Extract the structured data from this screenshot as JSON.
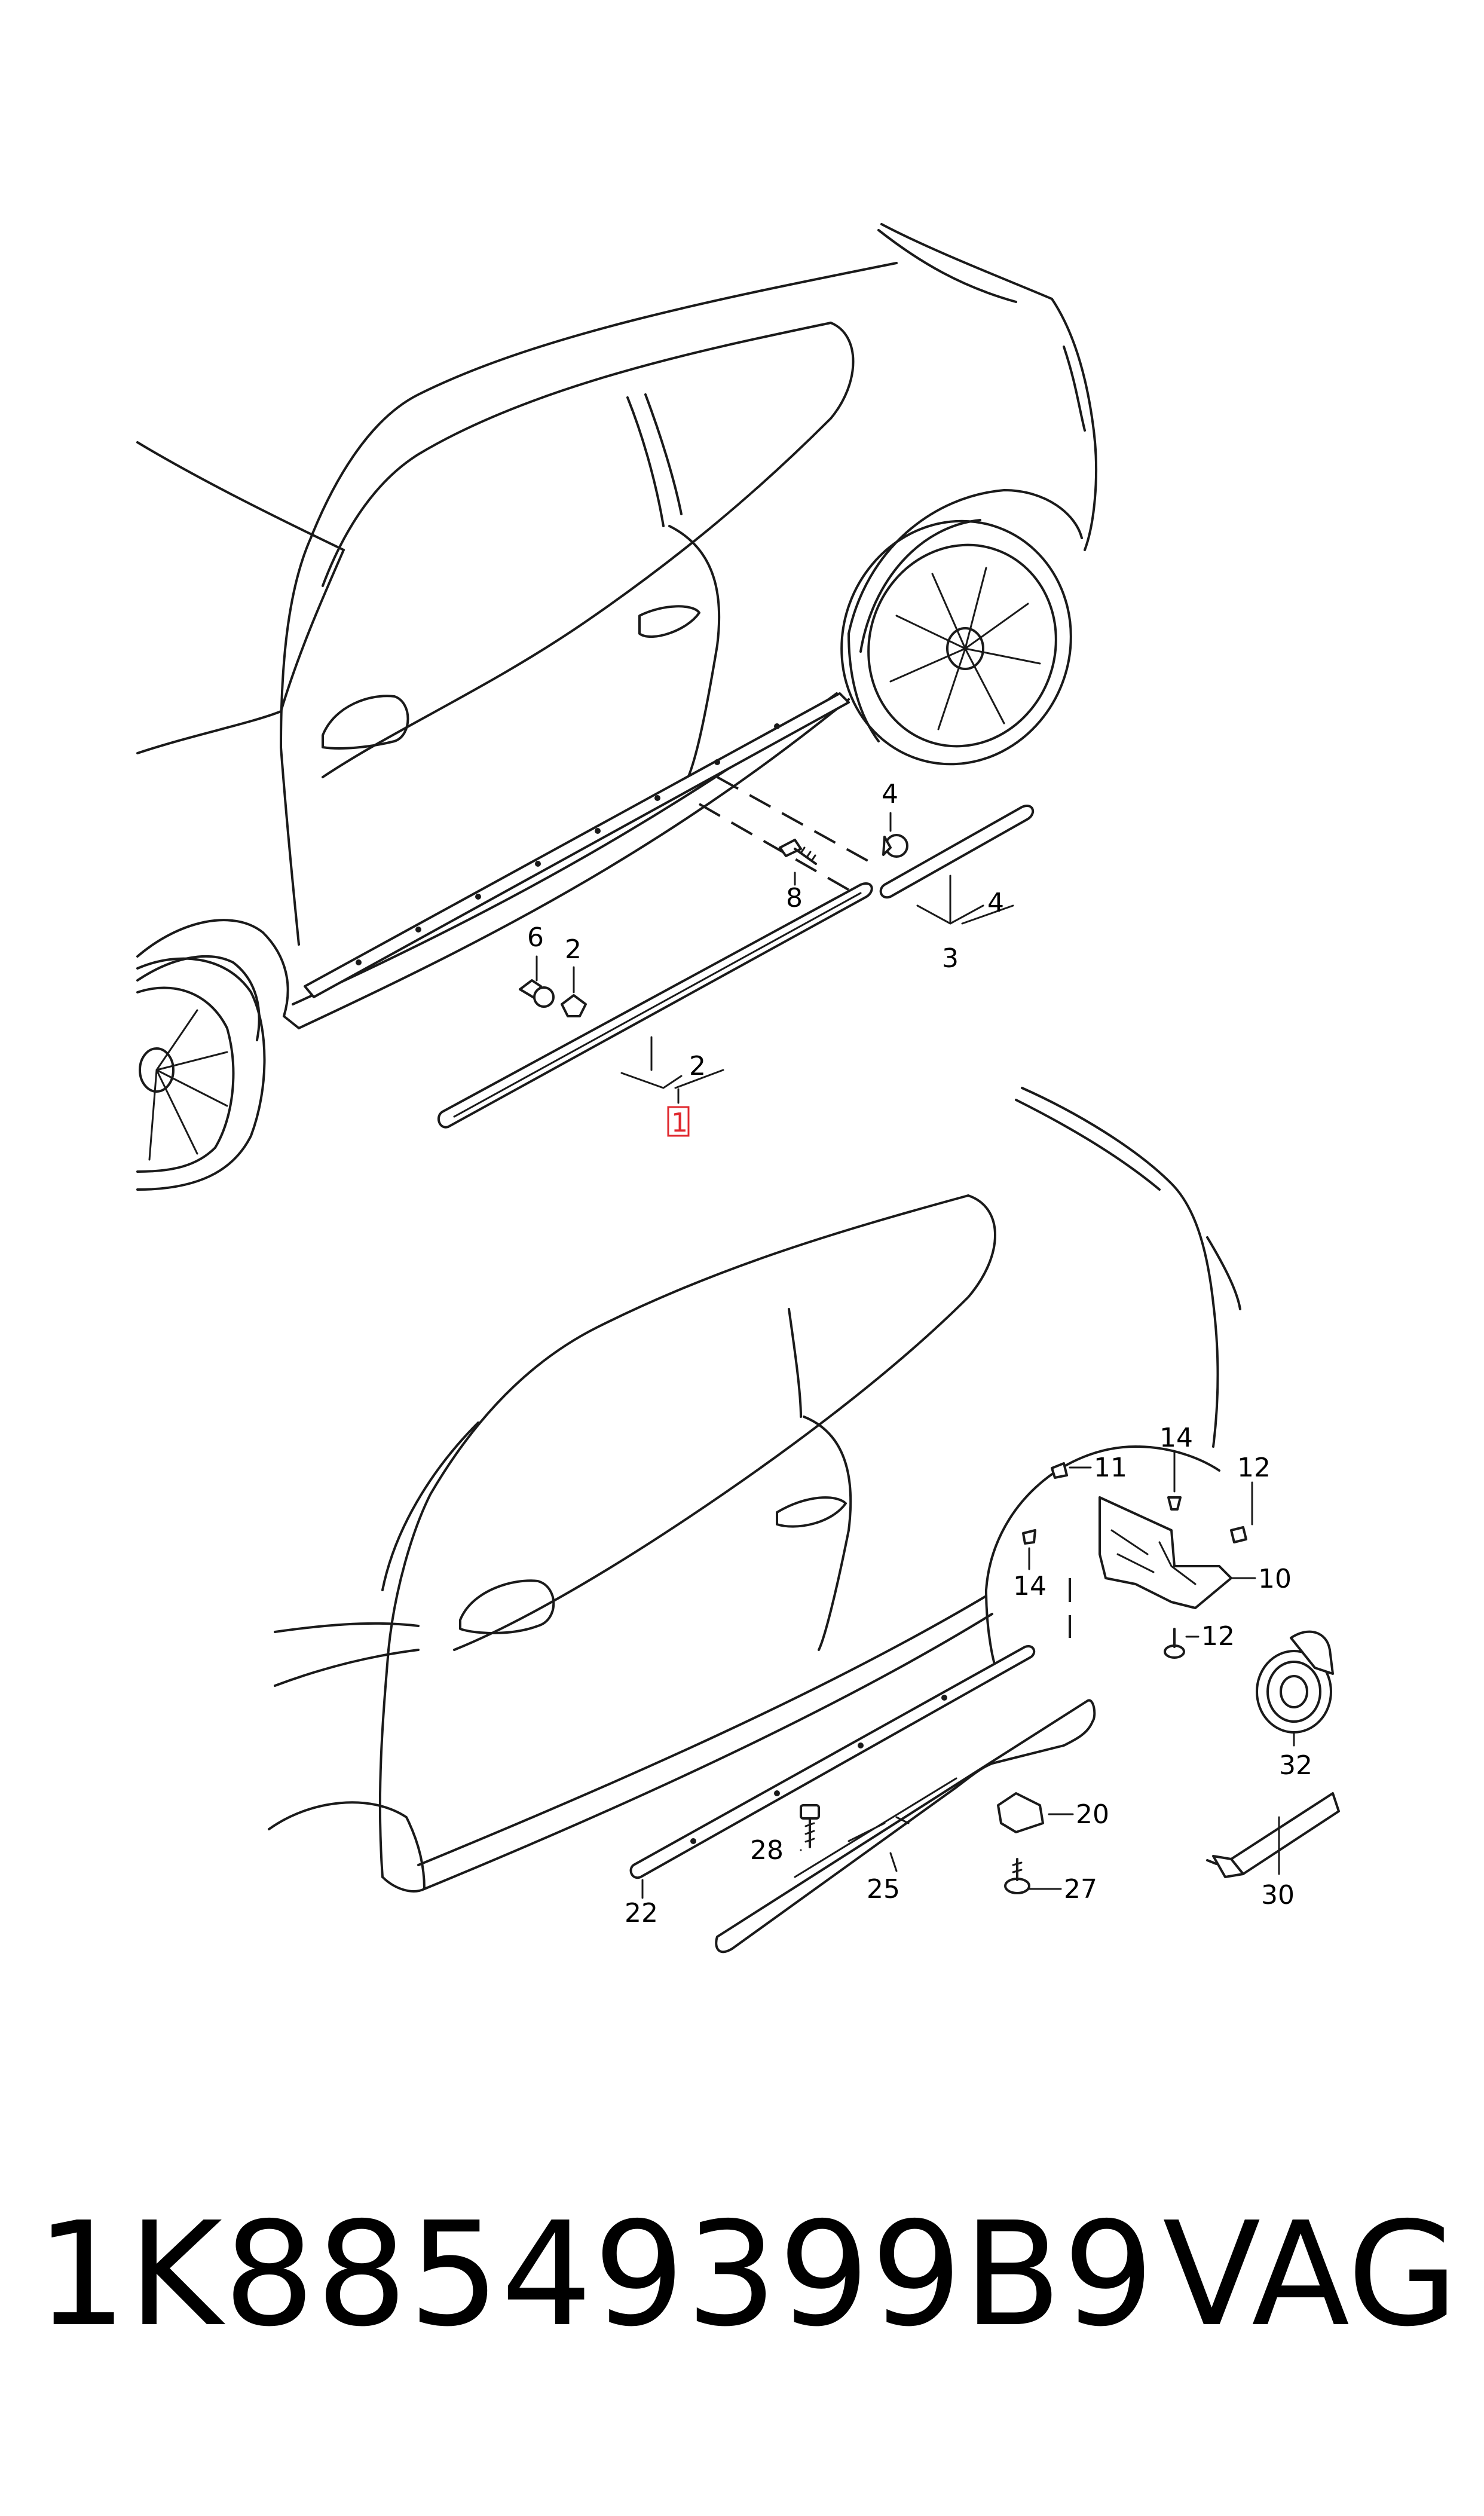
{
  "callouts": {
    "upper": {
      "c1": "1",
      "c2a": "2",
      "c2b": "2",
      "c3": "3",
      "c4a": "4",
      "c4b": "4",
      "c6": "6",
      "c8": "8"
    },
    "lower": {
      "c10": "10",
      "c11": "11",
      "c12a": "12",
      "c12b": "12",
      "c14a": "14",
      "c14b": "14",
      "c20": "20",
      "c22": "22",
      "c25": "25",
      "c27": "27",
      "c28": "28",
      "c30": "30",
      "c32": "32"
    }
  },
  "highlight_color": "#e0282e",
  "footer": {
    "part_number": "1K88549399B9",
    "brand": "VAG"
  }
}
